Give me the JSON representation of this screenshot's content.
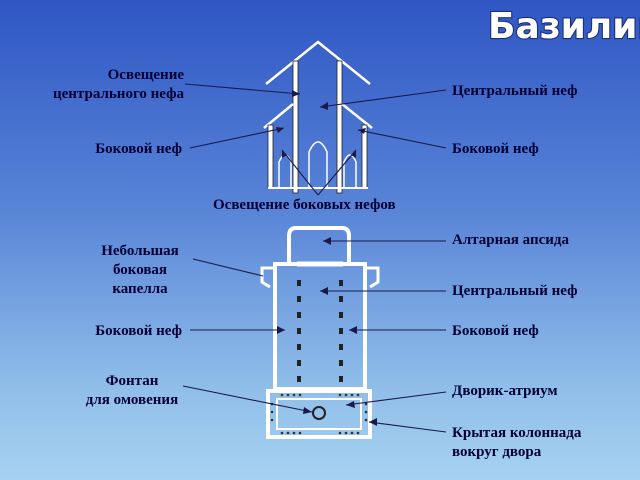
{
  "title": "Базилика",
  "colors": {
    "background_top": "#2f56c4",
    "background_bottom": "#a6d2f0",
    "label_text": "#000033",
    "title_fill": "#ffffff",
    "title_outline": "#1b2f78",
    "drawing": "#ffffff"
  },
  "section_view": {
    "labels": {
      "central_lighting_l1": "Освещение",
      "central_lighting_l2": "центрального нефа",
      "central_nave": "Центральный неф",
      "side_nave_left": "Боковой неф",
      "side_nave_right": "Боковой неф",
      "side_lighting": "Освещение боковых нефов"
    }
  },
  "plan_view": {
    "labels": {
      "apse": "Алтарная апсида",
      "chapel_l1": "Небольшая",
      "chapel_l2": "боковая",
      "chapel_l3": "капелла",
      "central_nave": "Центральный неф",
      "side_nave_left": "Боковой неф",
      "side_nave_right": "Боковой неф",
      "fountain_l1": "Фонтан",
      "fountain_l2": "для омовения",
      "atrium": "Дворик-атриум",
      "colonnade_l1": "Крытая колоннада",
      "colonnade_l2": "вокруг двора"
    }
  }
}
